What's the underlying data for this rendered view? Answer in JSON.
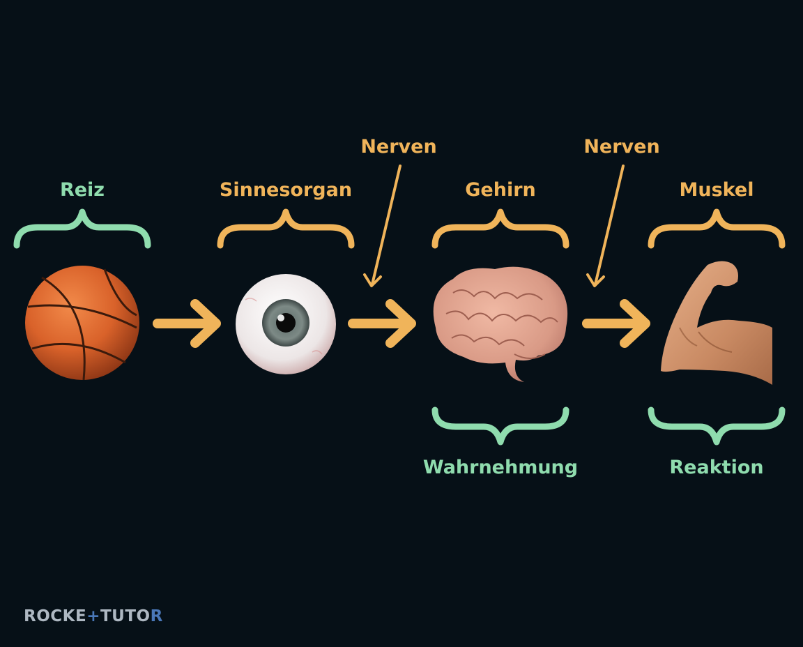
{
  "labels": {
    "reiz": "Reiz",
    "sinnesorgan": "Sinnesorgan",
    "gehirn": "Gehirn",
    "muskel": "Muskel",
    "nerven_1": "Nerven",
    "nerven_2": "Nerven",
    "wahrnehmung": "Wahrnehmung",
    "reaktion": "Reaktion"
  },
  "logo": {
    "part1": "ROCKE",
    "part2": "+",
    "part3": "TUTO",
    "part4": "R"
  },
  "colors": {
    "background": "#061017",
    "accent_green": "#8fdcae",
    "accent_orange": "#f0b45a",
    "logo_text": "#aeb8c2",
    "logo_plus": "#4a78b8"
  },
  "icons": [
    "basketball-icon",
    "eye-icon",
    "brain-icon",
    "flexed-arm-icon"
  ]
}
